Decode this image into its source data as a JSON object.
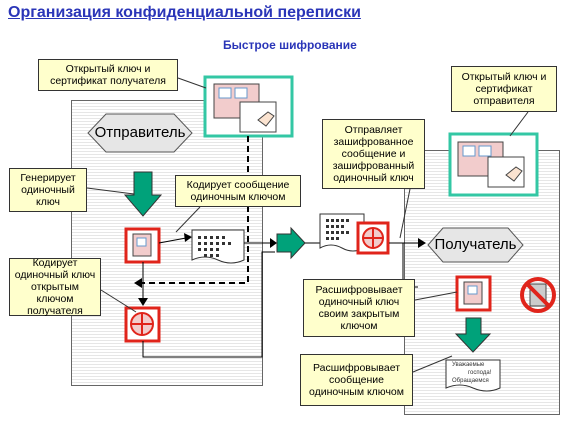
{
  "title": "Организация конфиденциальной переписки",
  "subtitle": "Быстрое шифрование",
  "sender": {
    "label": "Отправитель",
    "recipient_key_callout": "Открытый ключ и сертификат получателя",
    "generate_callout": "Генерирует одиночный ключ",
    "encode_message_callout": "Кодирует сообщение одиночным ключом",
    "encode_key_callout": "Кодирует одиночный ключ открытым ключом получателя",
    "send_callout": "Отправляет зашифрованное сообщение и зашифрованный одиночный ключ"
  },
  "recipient": {
    "label": "Получатель",
    "sender_key_callout": "Открытый ключ и сертификат отправителя",
    "decrypt_key_callout": "Расшифровывает одиночный ключ своим закрытым ключом",
    "decrypt_message_callout": "Расшифровывает сообщение одиночным ключом",
    "letter_lines": [
      "Уважаемые",
      "господа!",
      "Обращаемся"
    ]
  },
  "colors": {
    "title": "#2a35b8",
    "callout_fill": "#ffffcc",
    "teal_frame": "#33c7a4",
    "red_frame": "#e0241b",
    "green_arrow": "#00a27a"
  }
}
